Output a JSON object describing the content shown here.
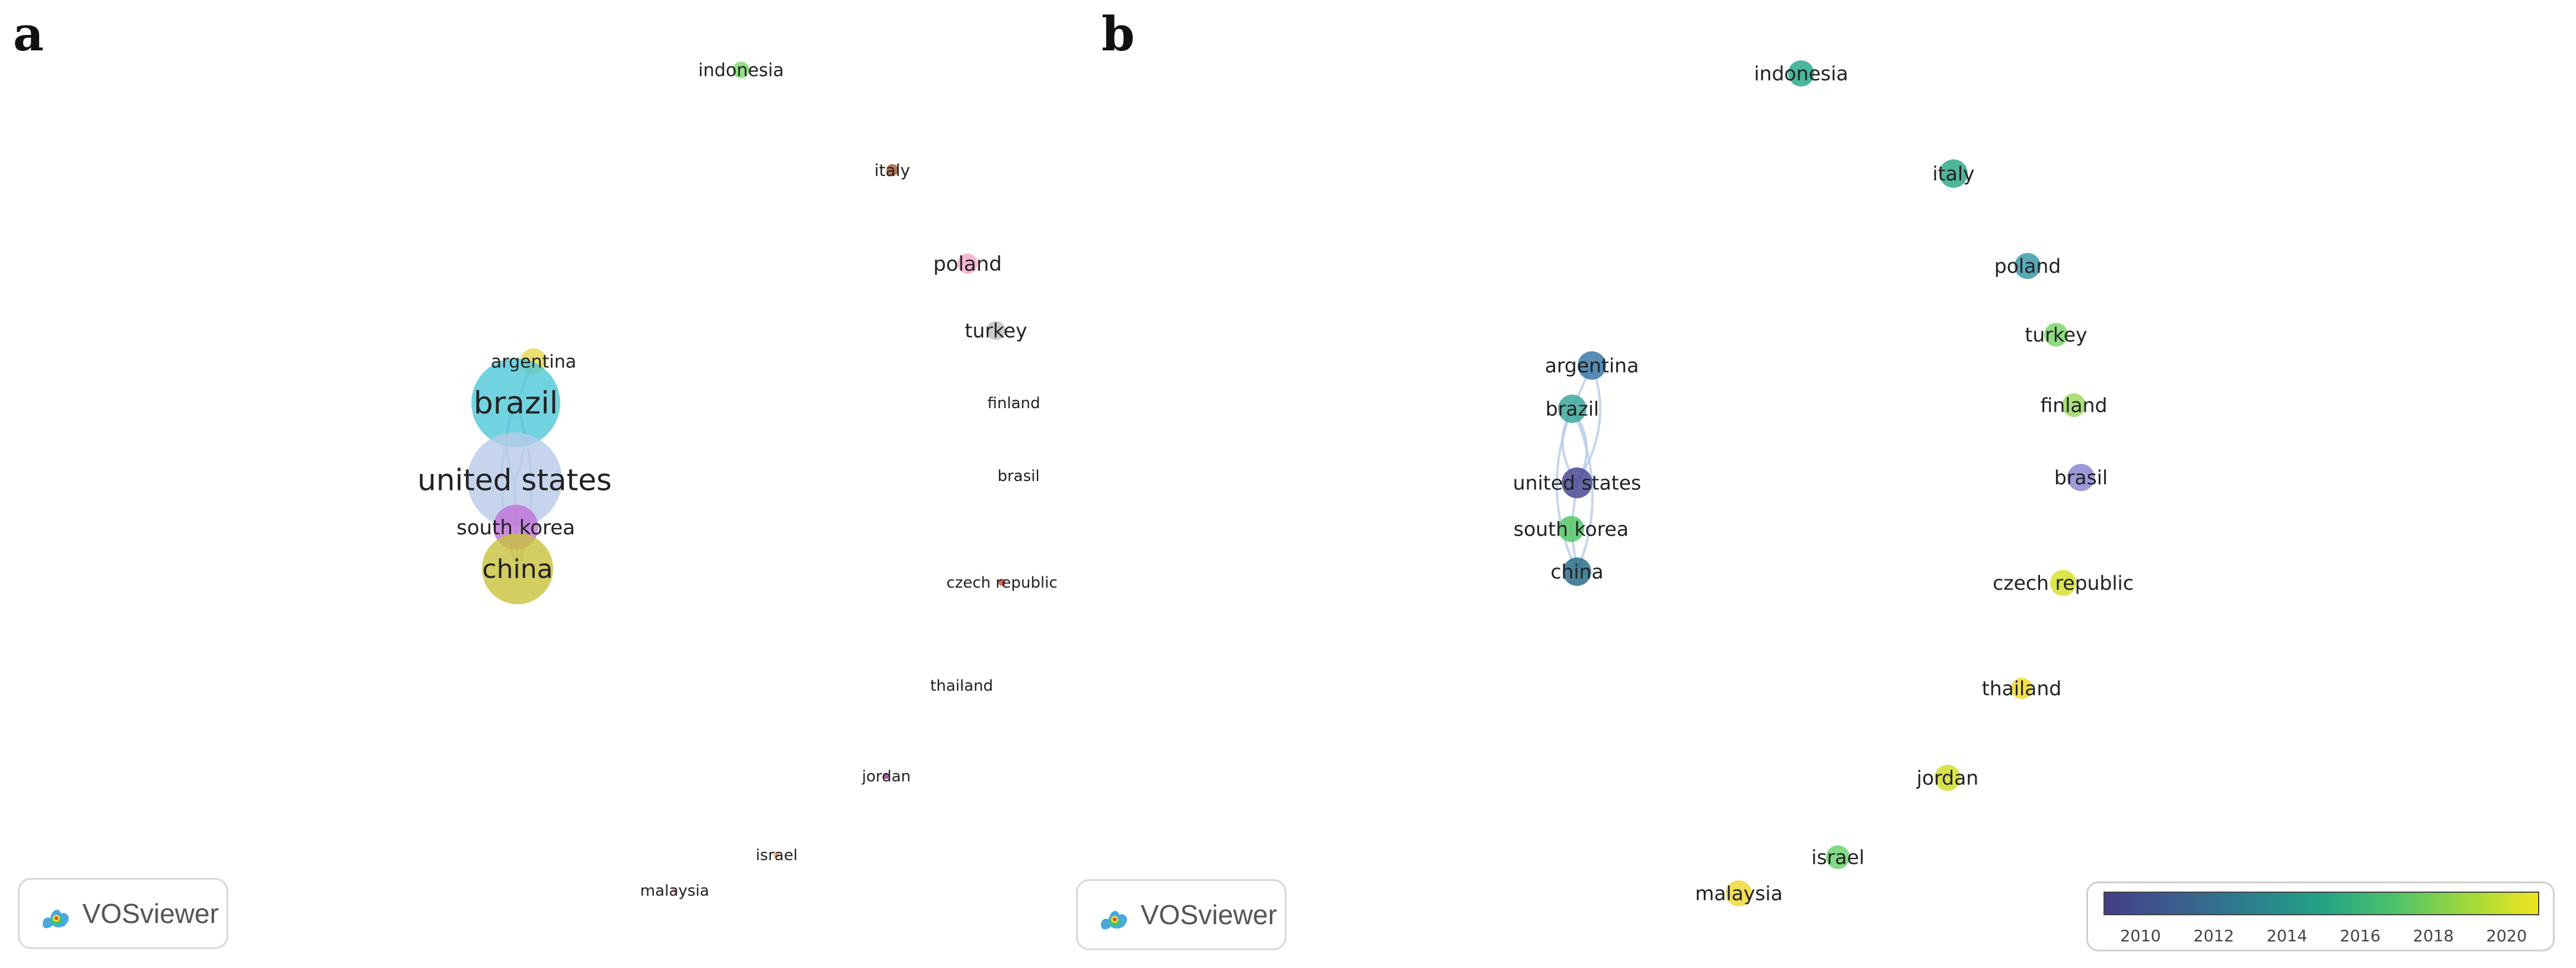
{
  "panels": [
    {
      "letter": "a",
      "logo_text": "VOSviewer",
      "nodes": [
        {
          "label": "indonesia",
          "color": "#7bd66a"
        },
        {
          "label": "italy",
          "color": "#a0522d"
        },
        {
          "label": "poland",
          "color": "#f4a6c8"
        },
        {
          "label": "turkey",
          "color": "#bdbdbd"
        },
        {
          "label": "finland",
          "color": "#cfcfcf"
        },
        {
          "label": "brasil",
          "color": "#d9d9d9"
        },
        {
          "label": "czech republic",
          "color": "#e0403a"
        },
        {
          "label": "thailand",
          "color": "#dddddd"
        },
        {
          "label": "jordan",
          "color": "#9b2d8f"
        },
        {
          "label": "israel",
          "color": "#e89a5a"
        },
        {
          "label": "malaysia",
          "color": "#e8a0c0"
        },
        {
          "label": "argentina",
          "color": "#e5d84a"
        },
        {
          "label": "brazil",
          "color": "#4ec8d8"
        },
        {
          "label": "united states",
          "color": "#b8cbe8"
        },
        {
          "label": "south korea",
          "color": "#c070d8"
        },
        {
          "label": "china",
          "color": "#c8c23a"
        }
      ]
    },
    {
      "letter": "b",
      "logo_text": "VOSviewer",
      "nodes": [
        {
          "label": "indonesia",
          "color": "#2aa98b"
        },
        {
          "label": "italy",
          "color": "#2fa886"
        },
        {
          "label": "poland",
          "color": "#3a9aa8"
        },
        {
          "label": "turkey",
          "color": "#7bd66a"
        },
        {
          "label": "finland",
          "color": "#9fd860"
        },
        {
          "label": "brasil",
          "color": "#8c86d0"
        },
        {
          "label": "czech republic",
          "color": "#d6e02a"
        },
        {
          "label": "thailand",
          "color": "#f2dc2a"
        },
        {
          "label": "jordan",
          "color": "#d2dc2a"
        },
        {
          "label": "israel",
          "color": "#6cd46e"
        },
        {
          "label": "malaysia",
          "color": "#f0d83a"
        },
        {
          "label": "argentina",
          "color": "#3a78a8"
        },
        {
          "label": "brazil",
          "color": "#3aa89a"
        },
        {
          "label": "united states",
          "color": "#4a4896"
        },
        {
          "label": "south korea",
          "color": "#55c86a"
        },
        {
          "label": "china",
          "color": "#2a6e8a"
        }
      ]
    }
  ],
  "legend": {
    "ticks": [
      "2010",
      "2012",
      "2014",
      "2016",
      "2018",
      "2020"
    ],
    "colors": [
      "#433e85",
      "#3b5d8e",
      "#2c7f8e",
      "#22a285",
      "#4cc26c",
      "#9dd93b",
      "#f0e51f"
    ]
  }
}
